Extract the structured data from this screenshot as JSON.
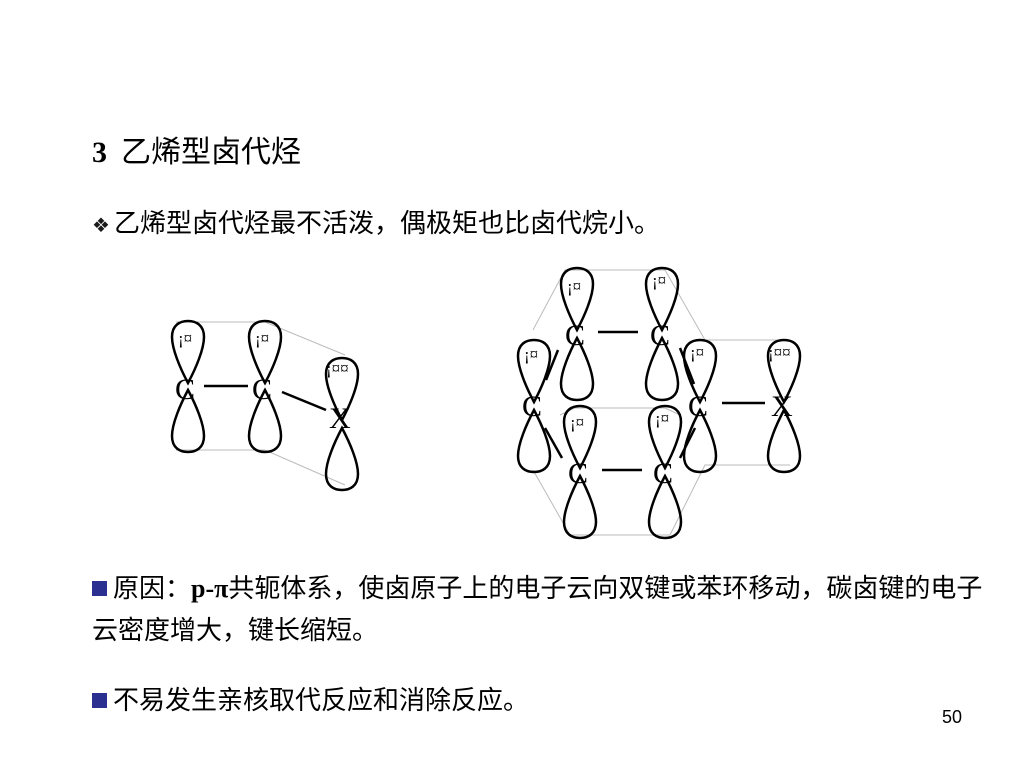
{
  "heading": {
    "number": "3",
    "title": "乙烯型卤代烃"
  },
  "bullet1": {
    "text": "乙烯型卤代烃最不活泼，偶极矩也比卤代烷小。"
  },
  "diagram": {
    "atom_c": "C",
    "atom_x": "X",
    "orbital_label": "¡¤",
    "orbital_label_x": "¡¤¤"
  },
  "paragraph1": {
    "lead": "原因：",
    "term": "p-π",
    "rest": "共轭体系，使卤原子上的电子云向双键或苯环移动，碳卤键的电子云密度增大，键长缩短。"
  },
  "paragraph2": {
    "text": "不易发生亲核取代反应和消除反应。"
  },
  "page_number": "50",
  "colors": {
    "bullet_square": "#2b2f8f",
    "outline_gray": "#bbbbbb"
  }
}
